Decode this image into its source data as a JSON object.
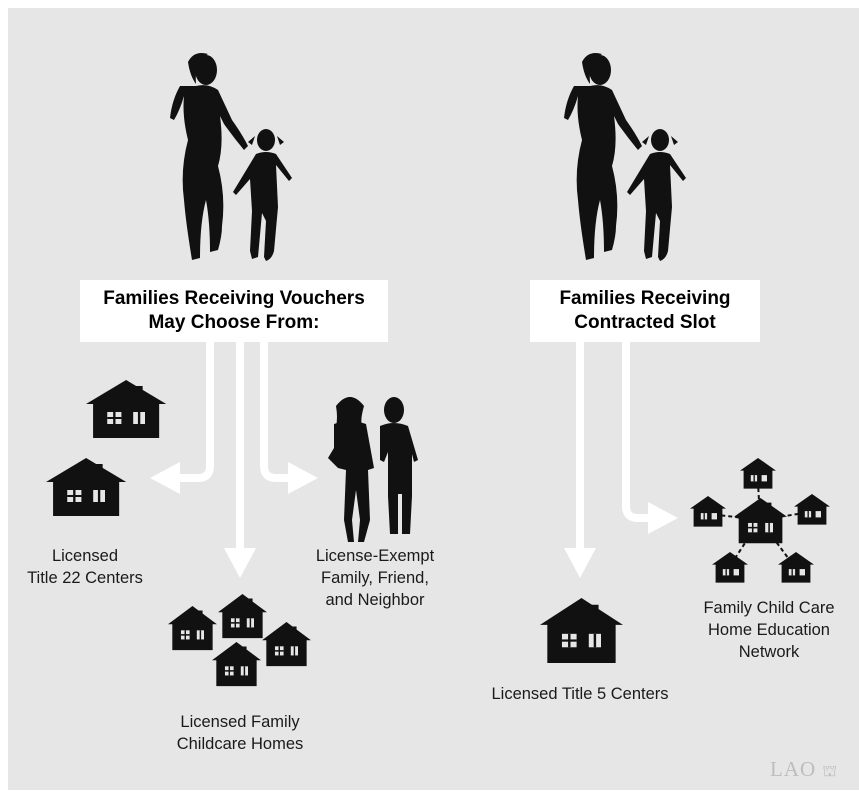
{
  "headings": {
    "vouchers_line1": "Families Receiving Vouchers",
    "vouchers_line2": "May Choose From:",
    "contracted_line1": "Families Receiving",
    "contracted_line2": "Contracted Slot"
  },
  "labels": {
    "title22_line1": "Licensed",
    "title22_line2": "Title 22 Centers",
    "family_homes_line1": "Licensed Family",
    "family_homes_line2": "Childcare Homes",
    "exempt_line1": "License-Exempt",
    "exempt_line2": "Family, Friend,",
    "exempt_line3": "and Neighbor",
    "title5_line1": "Licensed Title 5 Centers",
    "network_line1": "Family Child Care",
    "network_line2": "Home Education",
    "network_line3": "Network"
  },
  "logo": {
    "text": "LAO"
  },
  "colors": {
    "background": "#e6e6e6",
    "silhouette": "#111111",
    "arrow": "#ffffff",
    "label_box": "#ffffff"
  },
  "icons": [
    "mother-child-silhouette",
    "house-icon",
    "adult-pair-silhouette",
    "network-house-icon"
  ]
}
